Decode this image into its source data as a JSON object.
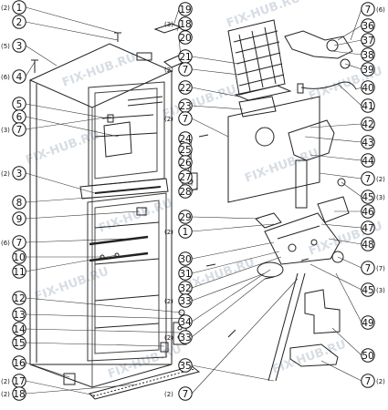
{
  "watermark": "FIX-HUB.RU",
  "left_callouts": [
    {
      "num": "1",
      "qty": "(2)"
    },
    {
      "num": "2",
      "qty": ""
    },
    {
      "num": "3",
      "qty": "(5)"
    },
    {
      "num": "4",
      "qty": "(6)"
    },
    {
      "num": "5",
      "qty": ""
    },
    {
      "num": "6",
      "qty": ""
    },
    {
      "num": "7",
      "qty": "(3)"
    },
    {
      "num": "3",
      "qty": "(2)"
    },
    {
      "num": "8",
      "qty": ""
    },
    {
      "num": "9",
      "qty": ""
    },
    {
      "num": "7",
      "qty": "(6)"
    },
    {
      "num": "10",
      "qty": ""
    },
    {
      "num": "11",
      "qty": ""
    },
    {
      "num": "12",
      "qty": ""
    },
    {
      "num": "13",
      "qty": ""
    },
    {
      "num": "14",
      "qty": ""
    },
    {
      "num": "15",
      "qty": ""
    },
    {
      "num": "16",
      "qty": ""
    },
    {
      "num": "17",
      "qty": "(2)"
    },
    {
      "num": "18",
      "qty": "(2)"
    }
  ],
  "center_callouts": [
    {
      "num": "19",
      "qty": ""
    },
    {
      "num": "18",
      "qty": "(3)"
    },
    {
      "num": "20",
      "qty": ""
    },
    {
      "num": "21",
      "qty": ""
    },
    {
      "num": "7",
      "qty": "(2)"
    },
    {
      "num": "22",
      "qty": ""
    },
    {
      "num": "23",
      "qty": ""
    },
    {
      "num": "7",
      "qty": "(2)"
    },
    {
      "num": "24",
      "qty": ""
    },
    {
      "num": "25",
      "qty": ""
    },
    {
      "num": "26",
      "qty": ""
    },
    {
      "num": "27",
      "qty": ""
    },
    {
      "num": "28",
      "qty": ""
    },
    {
      "num": "29",
      "qty": ""
    },
    {
      "num": "1",
      "qty": "(2)"
    },
    {
      "num": "30",
      "qty": ""
    },
    {
      "num": "31",
      "qty": ""
    },
    {
      "num": "32",
      "qty": ""
    },
    {
      "num": "33",
      "qty": "(2)"
    },
    {
      "num": "34",
      "qty": ""
    },
    {
      "num": "33",
      "qty": "(2)"
    },
    {
      "num": "35",
      "qty": ""
    },
    {
      "num": "7",
      "qty": "(2)"
    }
  ],
  "right_callouts": [
    {
      "num": "7",
      "qty": "(6)"
    },
    {
      "num": "36",
      "qty": ""
    },
    {
      "num": "37",
      "qty": ""
    },
    {
      "num": "38",
      "qty": ""
    },
    {
      "num": "39",
      "qty": ""
    },
    {
      "num": "40",
      "qty": ""
    },
    {
      "num": "41",
      "qty": ""
    },
    {
      "num": "42",
      "qty": ""
    },
    {
      "num": "43",
      "qty": ""
    },
    {
      "num": "44",
      "qty": ""
    },
    {
      "num": "7",
      "qty": "(2)"
    },
    {
      "num": "45",
      "qty": "(3)"
    },
    {
      "num": "46",
      "qty": ""
    },
    {
      "num": "47",
      "qty": ""
    },
    {
      "num": "48",
      "qty": ""
    },
    {
      "num": "7",
      "qty": "(7)"
    },
    {
      "num": "45",
      "qty": "(3)"
    },
    {
      "num": "49",
      "qty": ""
    },
    {
      "num": "50",
      "qty": ""
    },
    {
      "num": "7",
      "qty": "(2)"
    }
  ]
}
